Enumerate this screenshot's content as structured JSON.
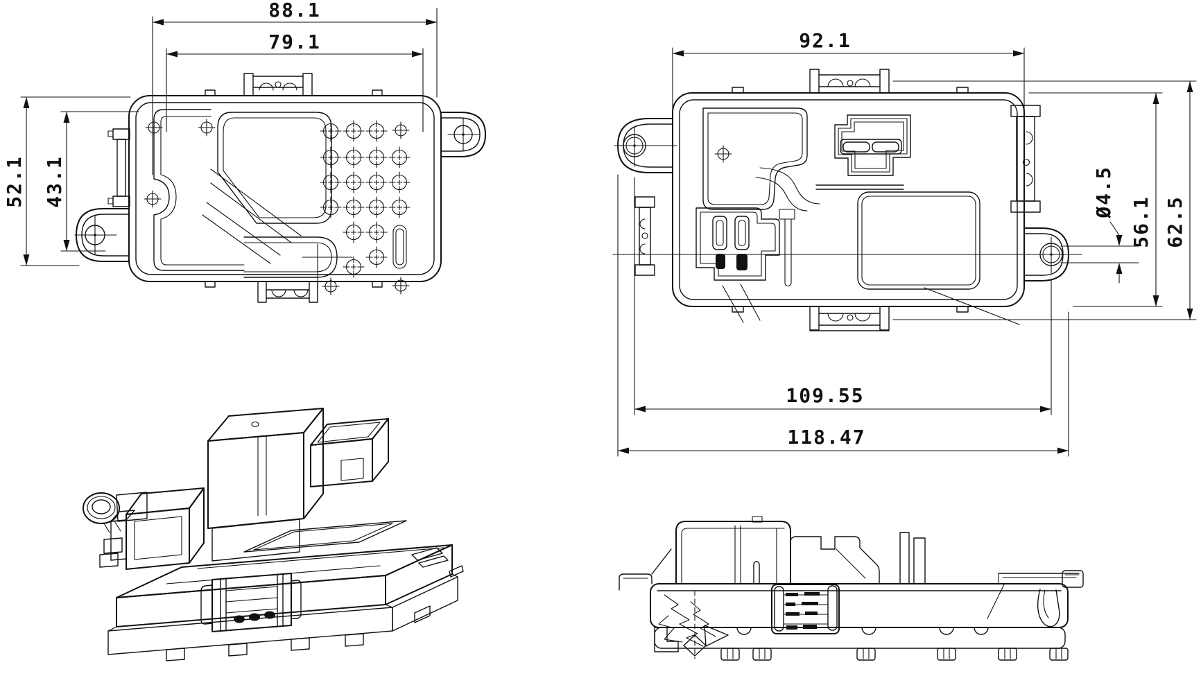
{
  "drawing": {
    "background": "#ffffff",
    "line_color": "#111111",
    "dimensions": {
      "front_overall_width": "88.1",
      "front_inner_width": "79.1",
      "front_overall_height": "52.1",
      "front_inner_height": "43.1",
      "rear_body_width": "92.1",
      "mounting_hole_diameter": "Ø4.5",
      "rear_body_height": "56.1",
      "rear_overall_height": "62.5",
      "mounting_hole_span": "109.55",
      "rear_overall_width": "118.47"
    }
  }
}
